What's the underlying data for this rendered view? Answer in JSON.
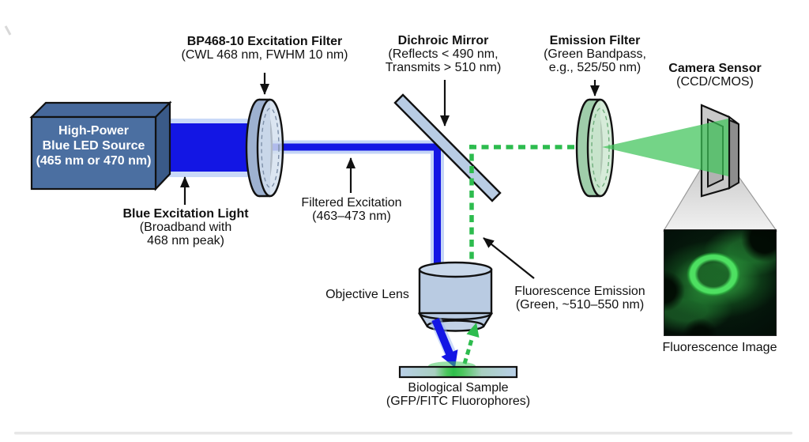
{
  "labels": {
    "bp": {
      "title": "BP468-10 Excitation Filter",
      "sub": "(CWL 468 nm, FWHM 10 nm)"
    },
    "dichroic": {
      "title": "Dichroic Mirror",
      "sub1": "(Reflects < 490 nm,",
      "sub2": "Transmits > 510 nm)"
    },
    "emission": {
      "title": "Emission Filter",
      "sub1": "(Green Bandpass,",
      "sub2": "e.g., 525/50 nm)"
    },
    "camera": {
      "title": "Camera Sensor",
      "sub": "(CCD/CMOS)"
    },
    "led": {
      "l1": "High-Power",
      "l2": "Blue LED Source",
      "l3": "(465 nm or 470 nm)"
    },
    "blue_exc": {
      "title": "Blue Excitation Light",
      "sub1": "(Broadband with",
      "sub2": "468 nm peak)"
    },
    "filtered": {
      "l1": "Filtered Excitation",
      "l2": "(463–473 nm)"
    },
    "objective": {
      "text": "Objective Lens"
    },
    "fluor_emission": {
      "l1": "Fluorescence Emission",
      "l2": "(Green, ~510–550 nm)"
    },
    "sample": {
      "l1": "Biological Sample",
      "l2": "(GFP/FITC Fluorophores)"
    },
    "image_caption": "Fluorescence Image"
  },
  "colors": {
    "excitation_beam": "#1316e4",
    "emission_beam": "#2dbc4e",
    "led_box": "#4b6fa1",
    "mirror": "#b8cce4",
    "excitation_lens": "#d3dfee",
    "emission_lens": "#cfe8d2",
    "camera_body": "#c9c9c9"
  }
}
